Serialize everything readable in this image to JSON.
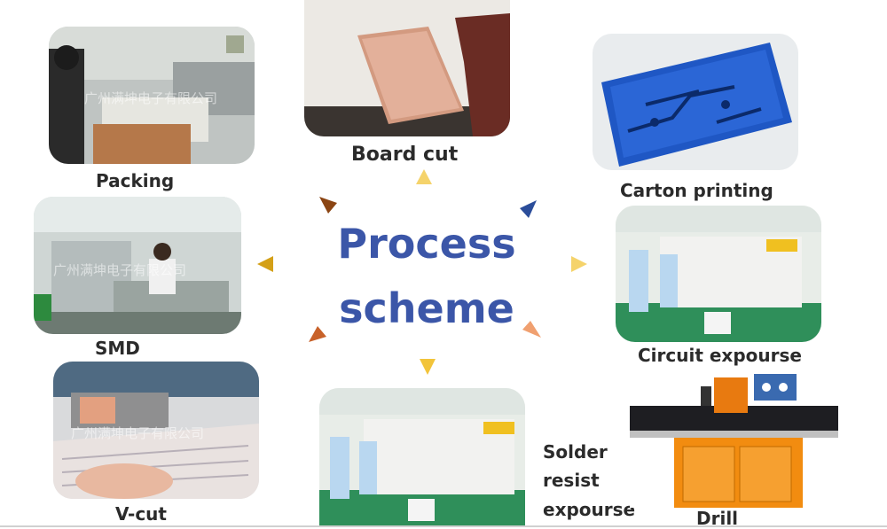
{
  "center": {
    "line1": "Process",
    "line2": "scheme"
  },
  "steps": [
    {
      "key": "board_cut",
      "label": "Board  cut"
    },
    {
      "key": "carton_printing",
      "label": "Carton printing"
    },
    {
      "key": "circuit_exposure",
      "label": "Circuit expourse"
    },
    {
      "key": "drill",
      "label": "Drill"
    },
    {
      "key": "solder_resist",
      "label_lines": [
        "Solder",
        "resist",
        "expourse"
      ]
    },
    {
      "key": "vcut",
      "label": "V-cut"
    },
    {
      "key": "smd",
      "label": "SMD"
    },
    {
      "key": "packing",
      "label": "Packing"
    }
  ],
  "watermark": "广州满坤电子有限公司",
  "colors": {
    "title_blue": "#3b56a8",
    "arrow_brown": "#8b4513",
    "arrow_navy": "#2b4d9a",
    "arrow_yellow": "#f5d36b",
    "arrow_gold": "#d4a017",
    "arrow_orange": "#c8622a",
    "arrow_peach": "#f0a070"
  }
}
